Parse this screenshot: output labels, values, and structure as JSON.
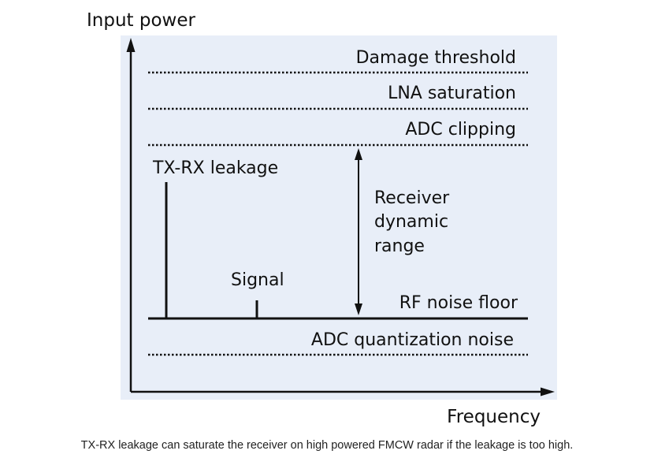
{
  "diagram": {
    "y_axis_label": "Input power",
    "x_axis_label": "Frequency",
    "levels": {
      "damage_threshold": "Damage threshold",
      "lna_saturation": "LNA saturation",
      "adc_clipping": "ADC clipping",
      "rf_noise_floor": "RF noise floor",
      "adc_quantization_noise": "ADC quantization noise"
    },
    "peaks": {
      "leakage": "TX-RX leakage",
      "signal": "Signal"
    },
    "dynamic_range": {
      "line1": "Receiver",
      "line2": "dynamic",
      "line3": "range"
    },
    "colors": {
      "panel_background": "#e8eef8",
      "ink": "#111111"
    }
  },
  "caption": "TX-RX leakage can saturate the receiver on high powered FMCW radar if the leakage is too high."
}
